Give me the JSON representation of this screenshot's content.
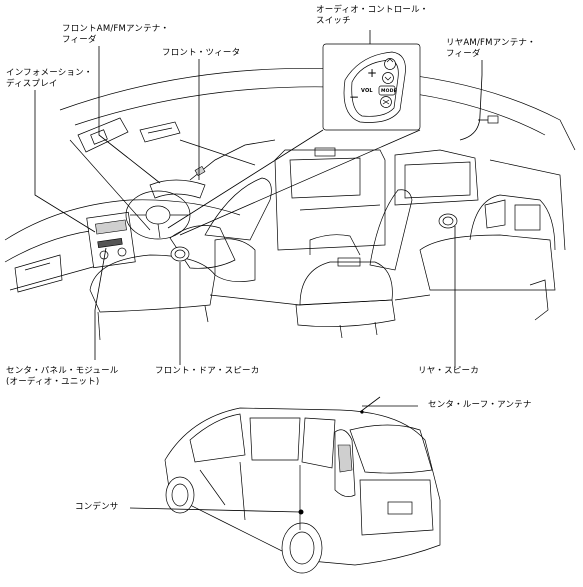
{
  "labels": {
    "audio_control_switch": [
      "オーディオ・コントロール・",
      "スイッチ"
    ],
    "front_am_fm_antenna": [
      "フロントAM/FMアンテナ・",
      "フィーダ"
    ],
    "front_tweeter": "フロント・ツィータ",
    "rear_am_fm_antenna": [
      "リヤAM/FMアンテナ・",
      "フィーダ"
    ],
    "information_display": [
      "インフォメーション・",
      "ディスプレイ"
    ],
    "center_panel_module": [
      "センタ・パネル・モジュール",
      "(オーディオ・ユニット)"
    ],
    "front_door_speaker": "フロント・ドア・スピーカ",
    "rear_speaker": "リヤ・スピーカ",
    "center_roof_antenna": "センタ・ルーフ・アンテナ",
    "condenser": "コンデンサ"
  },
  "switch_panel": {
    "vol_text": "VOL",
    "mode_text": "MODE"
  }
}
